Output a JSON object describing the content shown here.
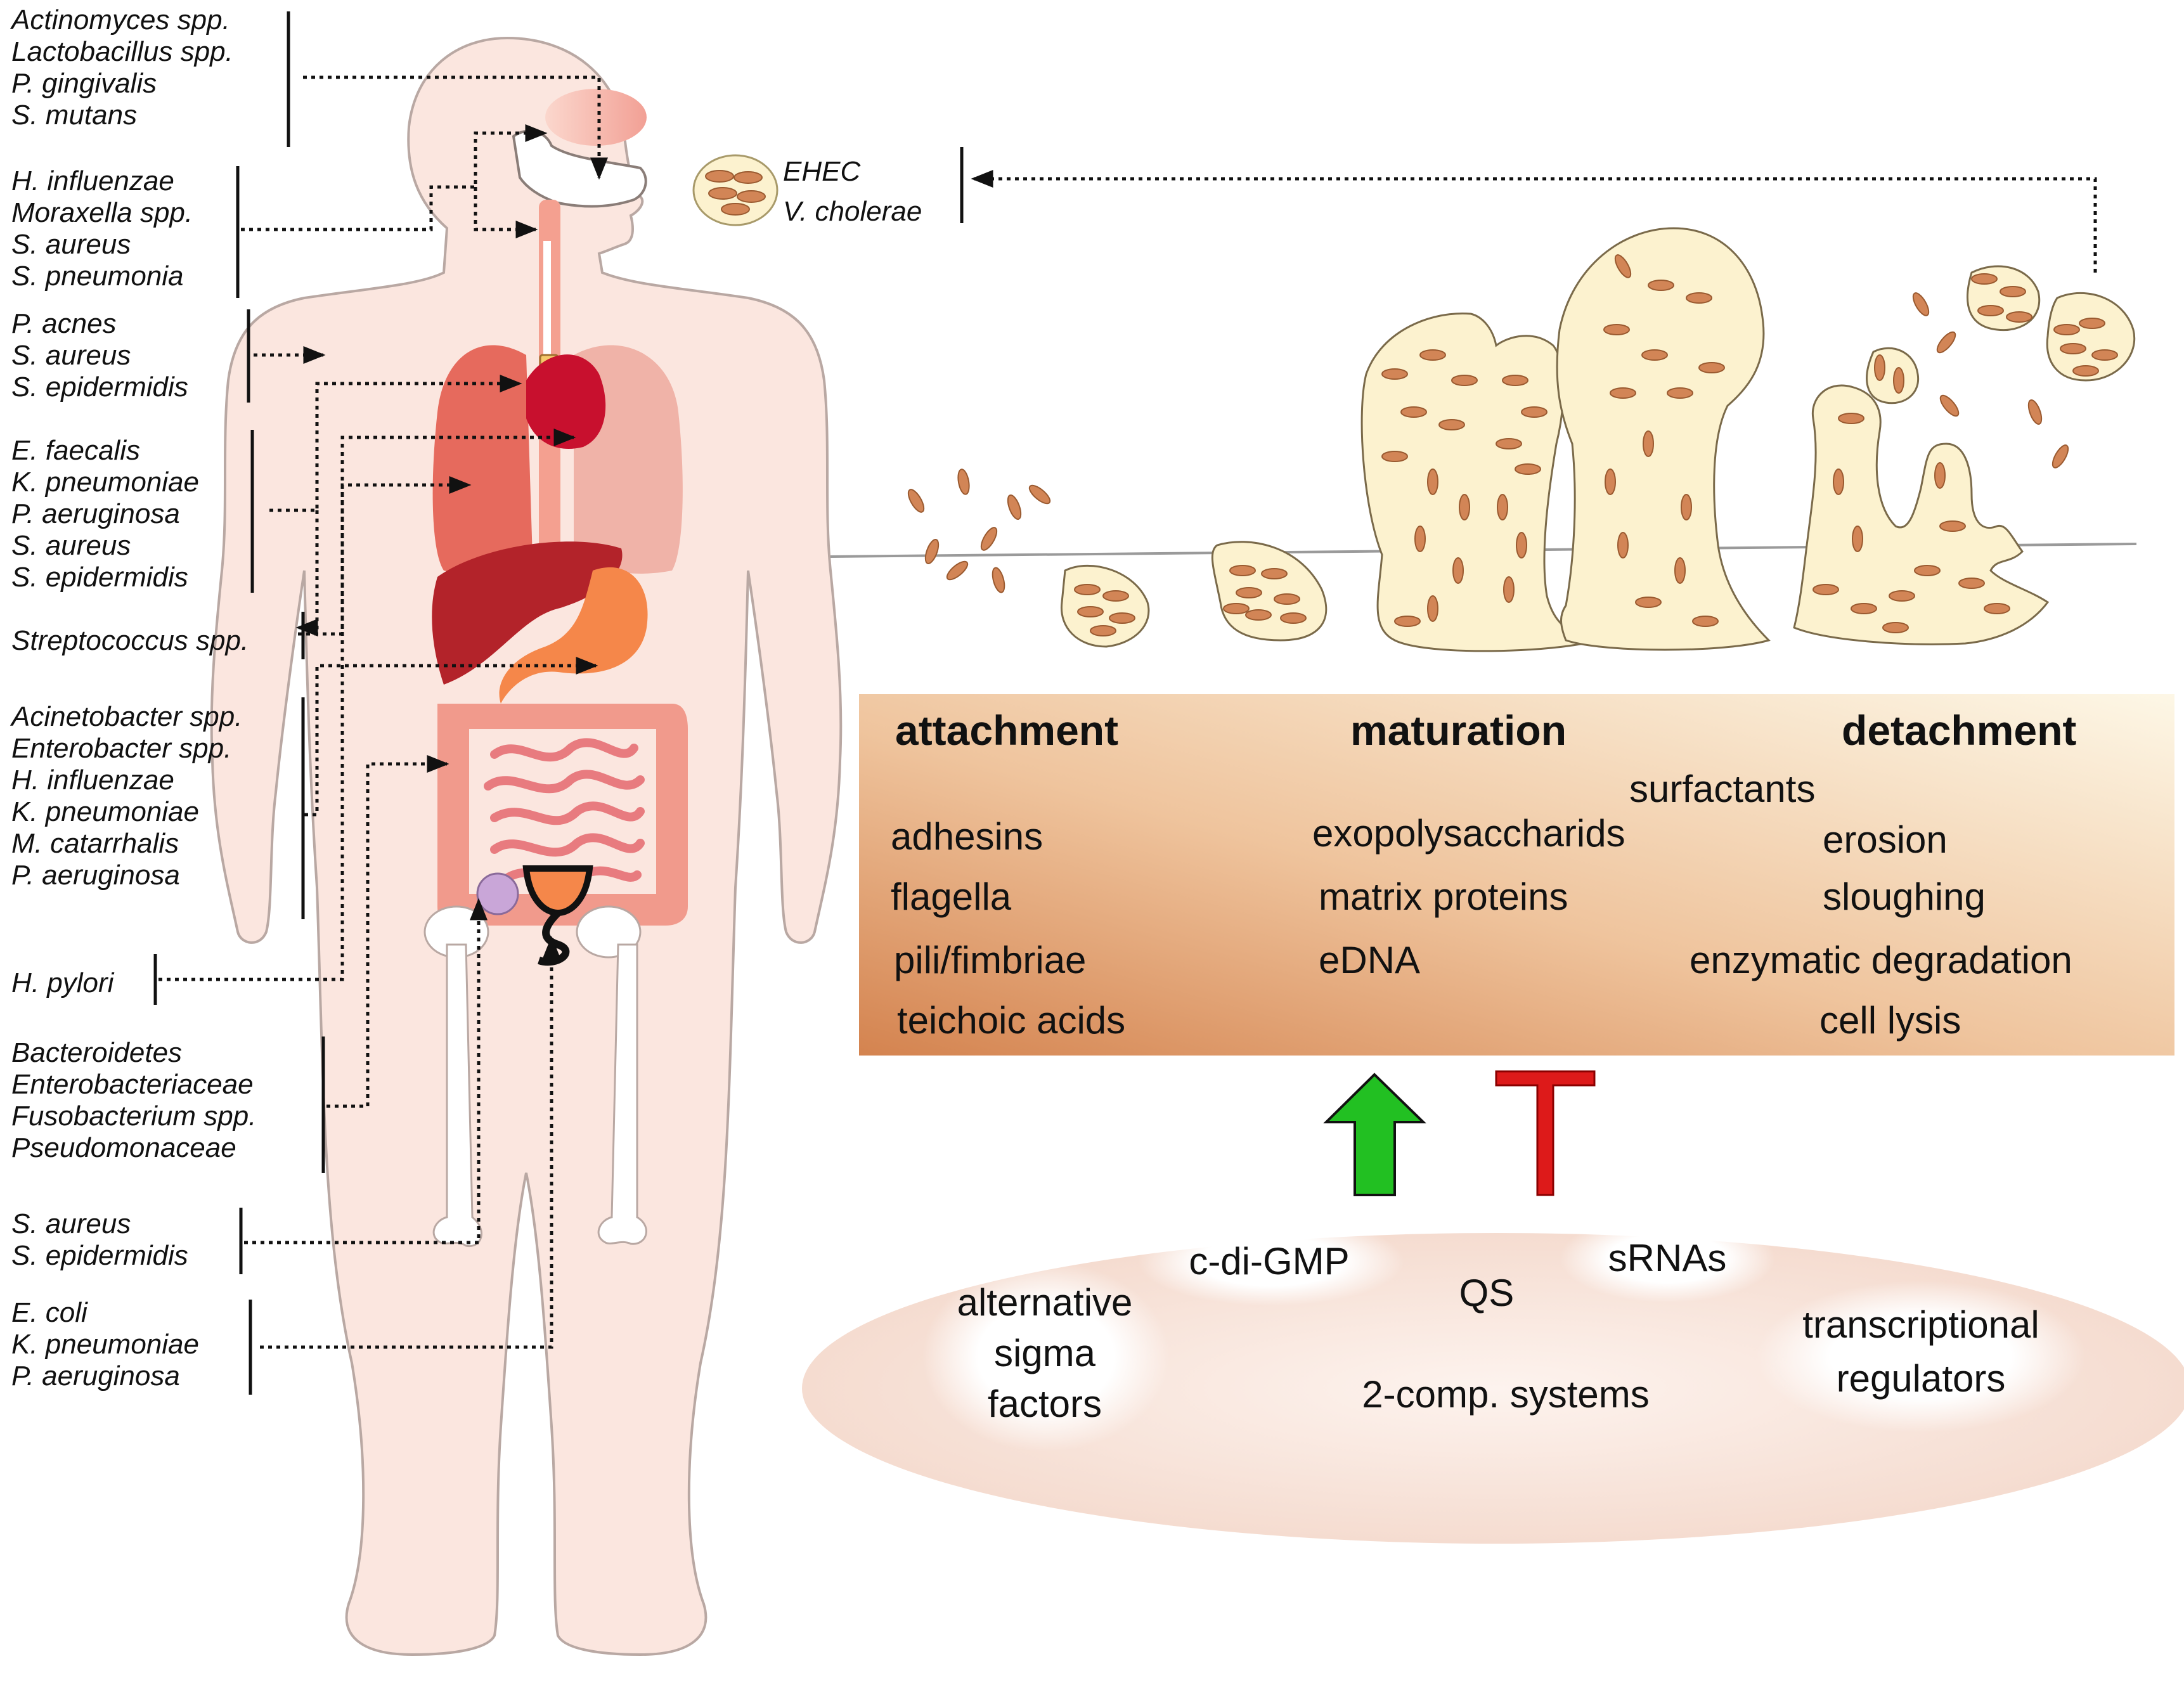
{
  "colors": {
    "skin": "#fbe6df",
    "skin_outline": "#b9a8a3",
    "lung": "#e66a5d",
    "heart": "#c8102e",
    "liver": "#b3232a",
    "stomach": "#f5874a",
    "intestine": "#f19a8c",
    "bladder": "#c9a6d8",
    "biofilm": "#fcf2cf",
    "bacterium": "#d28556",
    "gradient_start": "#d98b5a",
    "gradient_end": "#fdf6e2",
    "promote_arrow": "#22c022",
    "inhibit_bar": "#dd1a1a"
  },
  "pathogen_groups": [
    {
      "site": "oral-cavity",
      "species": [
        "Actinomyces spp.",
        "Lactobacillus spp.",
        "P. gingivalis",
        "S. mutans"
      ]
    },
    {
      "site": "respiratory-tract",
      "species": [
        "H. influenzae",
        "Moraxella spp.",
        "S. aureus",
        "S. pneumonia"
      ]
    },
    {
      "site": "skin",
      "species": [
        "P. acnes",
        "S. aureus",
        "S. epidermidis"
      ]
    },
    {
      "site": "heart",
      "species": [
        "E. faecalis",
        "K. pneumoniae",
        "P. aeruginosa",
        "S. aureus",
        "S. epidermidis"
      ]
    },
    {
      "site": "stomach-heart",
      "species": [
        "Streptococcus spp."
      ]
    },
    {
      "site": "lungs",
      "species": [
        "Acinetobacter spp.",
        "Enterobacter spp.",
        "H. influenzae",
        "K. pneumoniae",
        "M. catarrhalis",
        "P. aeruginosa"
      ]
    },
    {
      "site": "stomach",
      "species": [
        "H. pylori"
      ]
    },
    {
      "site": "intestine",
      "species": [
        "Bacteroidetes",
        "Enterobacteriaceae",
        "Fusobacterium spp.",
        "Pseudomonaceae"
      ]
    },
    {
      "site": "implants",
      "species": [
        "S. aureus",
        "S. epidermidis"
      ]
    },
    {
      "site": "urinary-tract",
      "species": [
        "E. coli",
        "K. pneumoniae",
        "P. aeruginosa"
      ]
    }
  ],
  "dispersal_group": {
    "species": [
      "EHEC",
      "V. cholerae"
    ]
  },
  "stages": [
    {
      "title": "attachment",
      "factors": [
        "adhesins",
        "flagella",
        "pili/fimbriae",
        "teichoic acids"
      ]
    },
    {
      "title": "maturation",
      "factors": [
        "exopolysaccharids",
        "matrix proteins",
        "eDNA"
      ]
    },
    {
      "title": "detachment",
      "factors": [
        "surfactants",
        "erosion",
        "sloughing",
        "enzymatic degradation",
        "cell lysis"
      ]
    }
  ],
  "regulators": {
    "sigma": [
      "alternative",
      "sigma",
      "factors"
    ],
    "cdigmp": "c-di-GMP",
    "qs": "QS",
    "srnas": "sRNAs",
    "transcriptional": [
      "transcriptional",
      "regulators"
    ],
    "twocomp": "2-comp. systems"
  }
}
